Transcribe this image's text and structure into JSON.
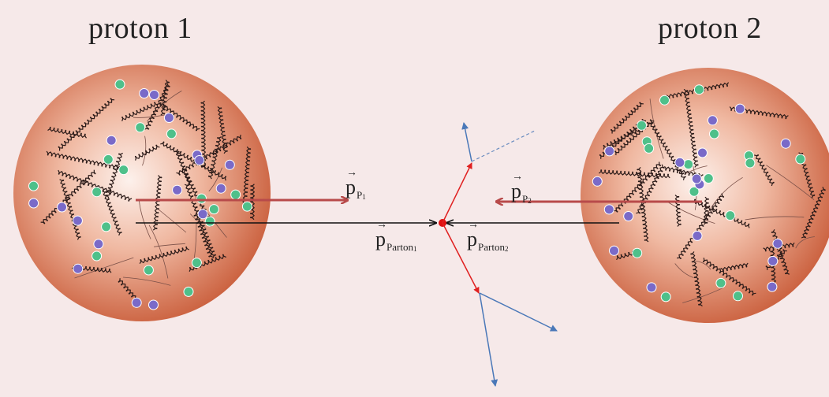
{
  "titles": {
    "proton1": "proton 1",
    "proton2": "proton 2"
  },
  "labels": {
    "pp1": {
      "base": "p",
      "sub": "P",
      "subsub": "1"
    },
    "pp2": {
      "base": "p",
      "sub": "P",
      "subsub": "2"
    },
    "pparton1": {
      "base": "p",
      "sub": "Parton",
      "subsub": "1"
    },
    "pparton2": {
      "base": "p",
      "sub": "Parton",
      "subsub": "2"
    },
    "vector_arrow": "→"
  },
  "colors": {
    "background": "#f6e9e9",
    "proton_center": "#fbe9e2",
    "proton_edge": "#c85a37",
    "proton_momentum_arrow": "#b84a4a",
    "parton_arrow": "#111111",
    "vertex": "#e01010",
    "outgoing_red": "#e02020",
    "outgoing_blue": "#4a78b8",
    "quark_green": "#4fc08a",
    "quark_purple": "#7a6ac8"
  }
}
